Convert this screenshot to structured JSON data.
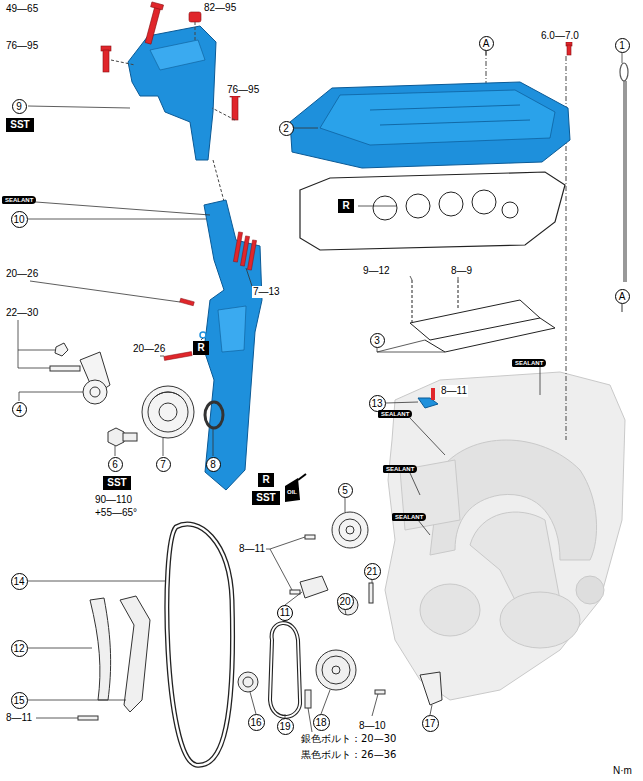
{
  "diagram": {
    "nodes": [
      {
        "text": [
          "A"
        ]
      },
      {
        "text": [
          "1"
        ]
      },
      {
        "text": [
          "9"
        ]
      },
      {
        "text": [
          "SST"
        ]
      },
      {
        "text": [
          "2"
        ]
      },
      {
        "text": [
          "R"
        ]
      },
      {
        "text": [
          "10"
        ]
      },
      {
        "text": [
          "A"
        ]
      },
      {
        "text": [
          "3"
        ]
      },
      {
        "text": [
          "R"
        ]
      },
      {
        "text": [
          "13"
        ]
      },
      {
        "text": [
          "4"
        ]
      },
      {
        "text": [
          "6"
        ]
      },
      {
        "text": [
          "7"
        ]
      },
      {
        "text": [
          "8"
        ]
      },
      {
        "text": [
          "R"
        ]
      },
      {
        "text": [
          "SST"
        ]
      },
      {
        "text": [
          "5"
        ]
      },
      {
        "text": [
          "SST"
        ]
      },
      {
        "text": [
          "21"
        ]
      },
      {
        "text": [
          "14"
        ]
      },
      {
        "text": [
          "11"
        ]
      },
      {
        "text": [
          "20"
        ]
      },
      {
        "text": [
          "12"
        ]
      },
      {
        "text": [
          "15"
        ]
      },
      {
        "text": [
          "16"
        ]
      },
      {
        "text": [
          "19"
        ]
      },
      {
        "text": [
          "18"
        ]
      },
      {
        "text": [
          "17"
        ]
      }
    ],
    "labels": [
      "49—65",
      "82—95",
      "76—95",
      "76—95",
      "6.0—7.0",
      "SEALANT",
      "7—13",
      "9—12",
      "8—9",
      "20—26",
      "22—30",
      "20—26",
      "SEALANT",
      "8—11",
      "SEALANT",
      "SEALANT",
      "SEALANT",
      "OIL",
      "90—110",
      "+55—65°",
      "8—11",
      "8—11",
      "8—10",
      "銀色ボルト：20—30",
      "黒色ボルト：26—36",
      "N·m"
    ]
  }
}
